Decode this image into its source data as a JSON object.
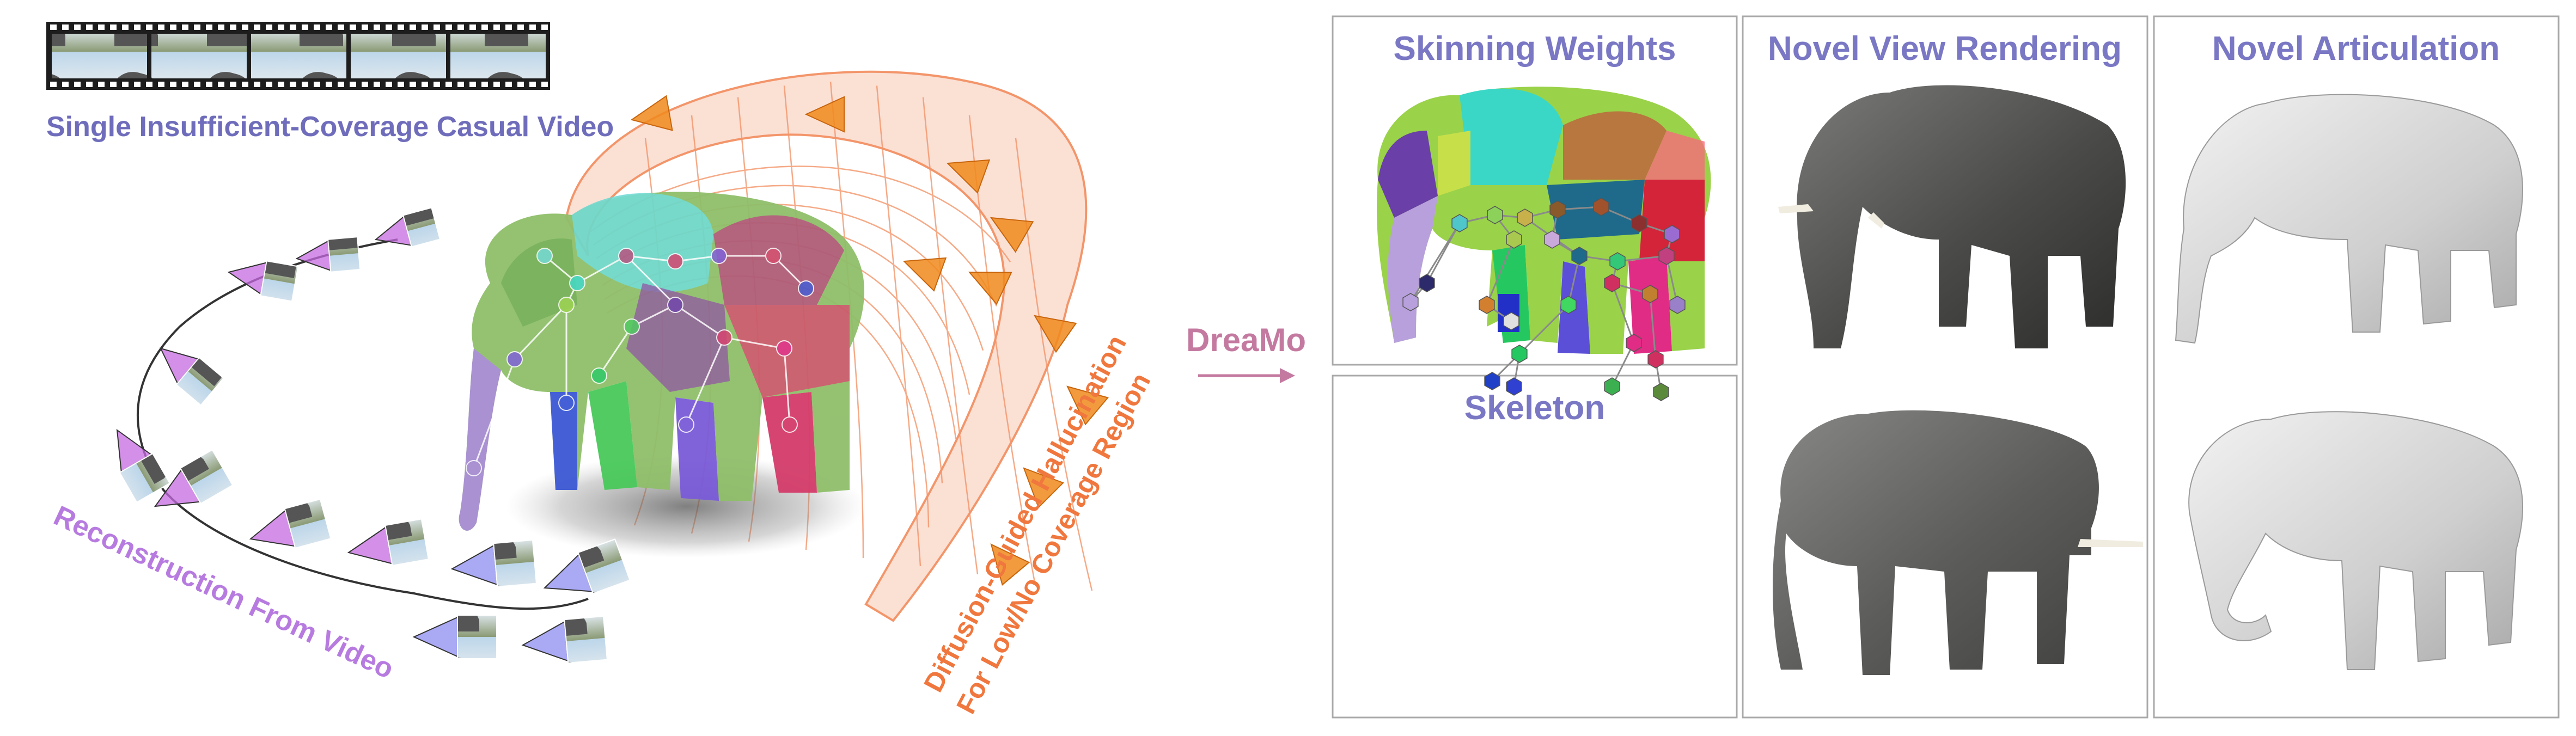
{
  "left_scene": {
    "video_caption": "Single Insufficient-Coverage Casual Video",
    "reconstruction_label": "Reconstruction From Video",
    "hallucination_label_line1": "Diffusion-Guided Hallucination",
    "hallucination_label_line2": "For Low/No Coverage Region",
    "video_frames": 5,
    "colors": {
      "camera_path_pink": "#c56be0",
      "camera_path_blue": "#8c8cf0",
      "dome": "#f6a78a",
      "dome_camera": "#f08a1c",
      "caption": "#6f6dbb",
      "hallucination_text": "#f0773d",
      "reconstruction_text": "#b77be0"
    }
  },
  "arrow": {
    "label": "DreaMo",
    "color": "#c47aa0"
  },
  "panels": {
    "skinning": {
      "title": "Skinning Weights"
    },
    "skeleton": {
      "title": "Skeleton"
    },
    "novel_view": {
      "title": "Novel View Rendering"
    },
    "articulation": {
      "title": "Novel Articulation"
    }
  },
  "title_color": "#7a78c4"
}
